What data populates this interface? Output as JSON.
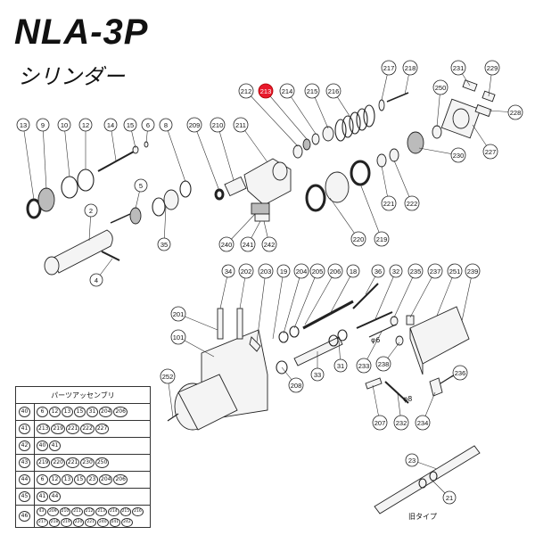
{
  "title": "NLA-3P",
  "subtitle": "シリンダー",
  "callouts": [
    {
      "id": "c13",
      "label": "13",
      "hl": false
    },
    {
      "id": "c9",
      "label": "9",
      "hl": false
    },
    {
      "id": "c10",
      "label": "10",
      "hl": false
    },
    {
      "id": "c12",
      "label": "12",
      "hl": false
    },
    {
      "id": "c14",
      "label": "14",
      "hl": false
    },
    {
      "id": "c15",
      "label": "15",
      "hl": false
    },
    {
      "id": "c6",
      "label": "6",
      "hl": false
    },
    {
      "id": "c8",
      "label": "8",
      "hl": false
    },
    {
      "id": "c5",
      "label": "5",
      "hl": false
    },
    {
      "id": "c2",
      "label": "2",
      "hl": false
    },
    {
      "id": "c35",
      "label": "35",
      "hl": false
    },
    {
      "id": "c4",
      "label": "4",
      "hl": false
    },
    {
      "id": "c209",
      "label": "209",
      "hl": false
    },
    {
      "id": "c210",
      "label": "210",
      "hl": false
    },
    {
      "id": "c211",
      "label": "211",
      "hl": false
    },
    {
      "id": "c212",
      "label": "212",
      "hl": false
    },
    {
      "id": "c213",
      "label": "213",
      "hl": true
    },
    {
      "id": "c214",
      "label": "214",
      "hl": false
    },
    {
      "id": "c215",
      "label": "215",
      "hl": false
    },
    {
      "id": "c216",
      "label": "216",
      "hl": false
    },
    {
      "id": "c217",
      "label": "217",
      "hl": false
    },
    {
      "id": "c218",
      "label": "218",
      "hl": false
    },
    {
      "id": "c231",
      "label": "231",
      "hl": false
    },
    {
      "id": "c229",
      "label": "229",
      "hl": false
    },
    {
      "id": "c228",
      "label": "228",
      "hl": false
    },
    {
      "id": "c250",
      "label": "250",
      "hl": false
    },
    {
      "id": "c230",
      "label": "230",
      "hl": false
    },
    {
      "id": "c227",
      "label": "227",
      "hl": false
    },
    {
      "id": "c221",
      "label": "221",
      "hl": false
    },
    {
      "id": "c222",
      "label": "222",
      "hl": false
    },
    {
      "id": "c220",
      "label": "220",
      "hl": false
    },
    {
      "id": "c219",
      "label": "219",
      "hl": false
    },
    {
      "id": "c240",
      "label": "240",
      "hl": false
    },
    {
      "id": "c241",
      "label": "241",
      "hl": false
    },
    {
      "id": "c242",
      "label": "242",
      "hl": false
    },
    {
      "id": "c34",
      "label": "34",
      "hl": false
    },
    {
      "id": "c202",
      "label": "202",
      "hl": false
    },
    {
      "id": "c203",
      "label": "203",
      "hl": false
    },
    {
      "id": "c19",
      "label": "19",
      "hl": false
    },
    {
      "id": "c204",
      "label": "204",
      "hl": false
    },
    {
      "id": "c205",
      "label": "205",
      "hl": false
    },
    {
      "id": "c206",
      "label": "206",
      "hl": false
    },
    {
      "id": "c18",
      "label": "18",
      "hl": false
    },
    {
      "id": "c36",
      "label": "36",
      "hl": false
    },
    {
      "id": "c32",
      "label": "32",
      "hl": false
    },
    {
      "id": "c235",
      "label": "235",
      "hl": false
    },
    {
      "id": "c237",
      "label": "237",
      "hl": false
    },
    {
      "id": "c251",
      "label": "251",
      "hl": false
    },
    {
      "id": "c239",
      "label": "239",
      "hl": false
    },
    {
      "id": "c201",
      "label": "201",
      "hl": false
    },
    {
      "id": "c101",
      "label": "101",
      "hl": false
    },
    {
      "id": "c31",
      "label": "31",
      "hl": false
    },
    {
      "id": "c33",
      "label": "33",
      "hl": false
    },
    {
      "id": "c233",
      "label": "233",
      "hl": false
    },
    {
      "id": "c238",
      "label": "238",
      "hl": false
    },
    {
      "id": "c236",
      "label": "236",
      "hl": false
    },
    {
      "id": "c208",
      "label": "208",
      "hl": false
    },
    {
      "id": "c252",
      "label": "252",
      "hl": false
    },
    {
      "id": "c207",
      "label": "207",
      "hl": false
    },
    {
      "id": "c232",
      "label": "232",
      "hl": false
    },
    {
      "id": "c234",
      "label": "234",
      "hl": false
    },
    {
      "id": "c23",
      "label": "23",
      "hl": false
    },
    {
      "id": "c21",
      "label": "21",
      "hl": false
    }
  ],
  "notes": {
    "phi6": "φ6",
    "phi8": "φ8",
    "old_type": "旧タイプ"
  },
  "assembly": {
    "header": "パーツアッセンブリ",
    "rows": [
      {
        "num": "40",
        "parts": [
          "6",
          "12",
          "13",
          "15",
          "31",
          "204",
          "206"
        ]
      },
      {
        "num": "41",
        "parts": [
          "213",
          "219",
          "221",
          "222",
          "227"
        ]
      },
      {
        "num": "42",
        "parts": [
          "40",
          "41"
        ]
      },
      {
        "num": "43",
        "parts": [
          "219",
          "220",
          "221",
          "230",
          "250"
        ]
      },
      {
        "num": "44",
        "parts": [
          "6",
          "12",
          "13",
          "15",
          "23",
          "204",
          "206"
        ]
      },
      {
        "num": "45",
        "parts": [
          "41",
          "44"
        ]
      },
      {
        "num": "46",
        "parts": [
          "43",
          "209",
          "210",
          "211",
          "212",
          "213",
          "214",
          "215",
          "216",
          "217",
          "218",
          "219",
          "220",
          "221",
          "240",
          "241",
          "242"
        ]
      }
    ]
  }
}
